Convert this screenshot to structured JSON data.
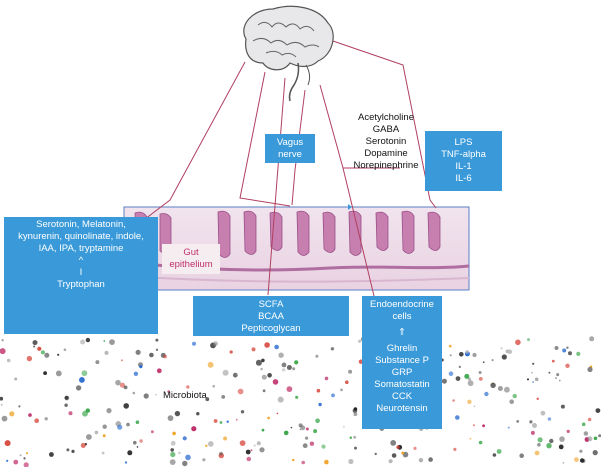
{
  "vagus": {
    "lines": [
      "Vagus",
      "nerve"
    ]
  },
  "neurotransmitters": {
    "lines": [
      "Acetylcholine",
      "GABA",
      "Serotonin",
      "Dopamine",
      "Norepinephrine"
    ]
  },
  "immune": {
    "lines": [
      "LPS",
      "TNF-alpha",
      "IL-1",
      "IL-6"
    ]
  },
  "tryptophan": {
    "lines": [
      "Serotonin, Melatonin,",
      "kynurenin, quinolinate, indole,",
      "IAA, IPA, tryptamine",
      "^",
      "I",
      "Tryptophan"
    ]
  },
  "gut_epithelium": {
    "lines": [
      "Gut",
      "epithelium"
    ]
  },
  "metabolites": {
    "lines": [
      "SCFA",
      "BCAA",
      "Pepticoglycan"
    ]
  },
  "endocrine": {
    "lines": [
      "Endoendocrine",
      "cells",
      "⇑",
      "Ghrelin",
      "Substance P",
      "GRP",
      "Somatostatin",
      "CCK",
      "Neurotensin"
    ]
  },
  "microbiota": {
    "label": "Microbiota"
  },
  "icons": [
    "brain-icon",
    "gut-tissue-illustration",
    "microbiota-dots"
  ],
  "colors": {
    "box": "#3a9ad9",
    "lines": "#b04060",
    "tissue": "#c77fb0"
  }
}
